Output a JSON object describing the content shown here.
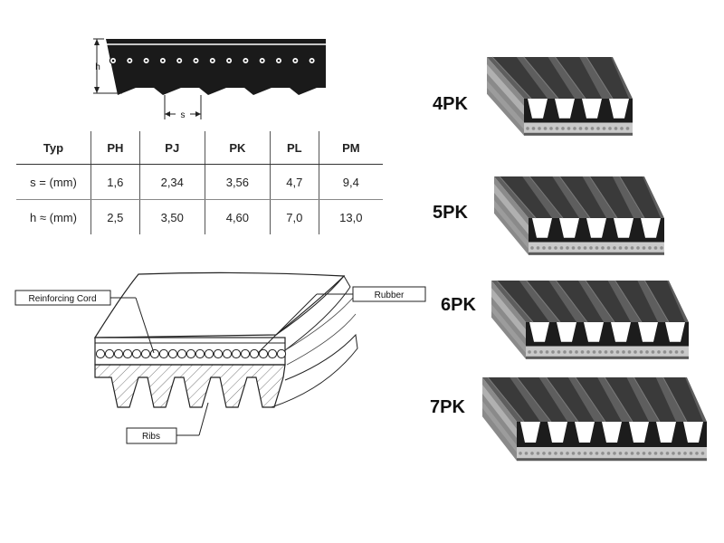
{
  "top_diagram": {
    "height_label": "h",
    "pitch_label": "s"
  },
  "table": {
    "headers": [
      "Typ",
      "PH",
      "PJ",
      "PK",
      "PL",
      "PM"
    ],
    "rows": [
      [
        "s = (mm)",
        "1,6",
        "2,34",
        "3,56",
        "4,7",
        "9,4"
      ],
      [
        "h ≈ (mm)",
        "2,5",
        "3,50",
        "4,60",
        "7,0",
        "13,0"
      ]
    ]
  },
  "cross_section": {
    "labels": {
      "reinforcing_cord": "Reinforcing Cord",
      "rubber": "Rubber",
      "ribs": "Ribs"
    }
  },
  "belts": [
    {
      "label": "4PK",
      "ribs": 4
    },
    {
      "label": "5PK",
      "ribs": 5
    },
    {
      "label": "6PK",
      "ribs": 6
    },
    {
      "label": "7PK",
      "ribs": 7
    }
  ]
}
